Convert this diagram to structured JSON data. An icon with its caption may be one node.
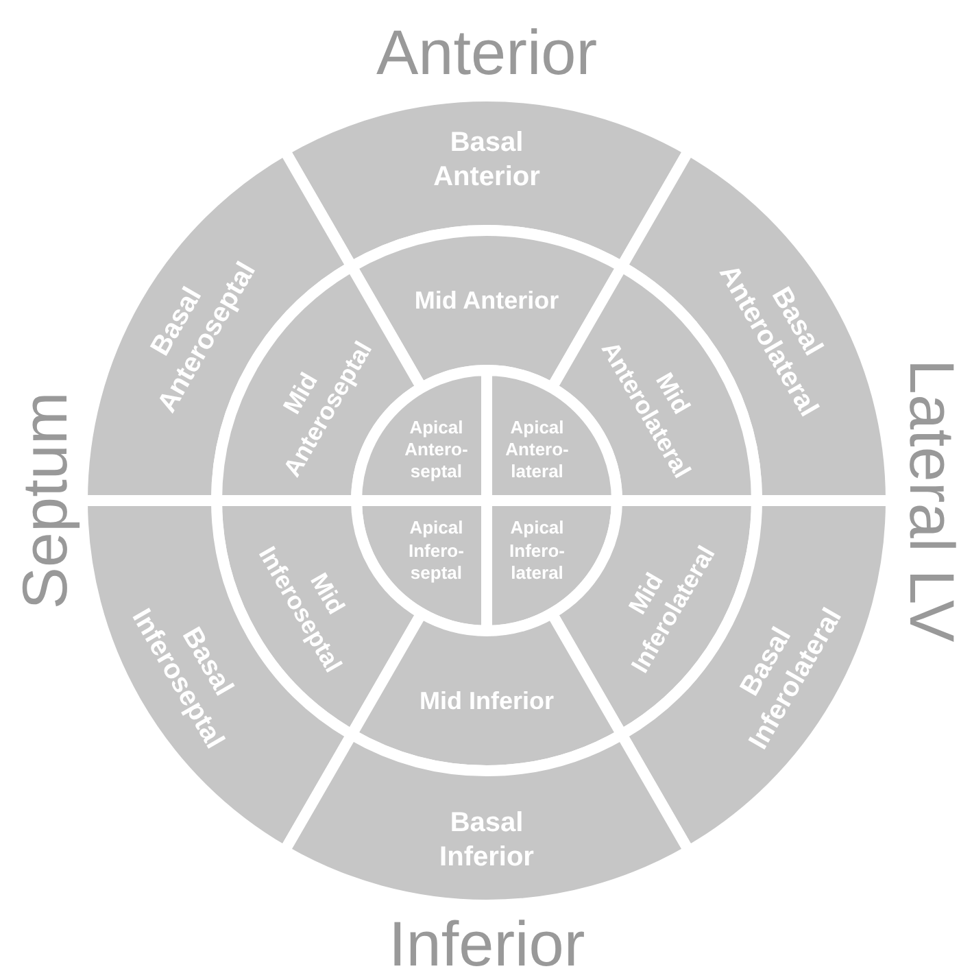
{
  "diagram": {
    "nodes": [
      {
        "text": [
          "Basal Anterior"
        ]
      },
      {
        "text": [
          "Mid Anterior"
        ]
      },
      {
        "text": [
          "Basal Anteroseptal"
        ]
      },
      {
        "text": [
          "Basal Anterolateral"
        ]
      },
      {
        "text": [
          "Mid Anteroseptal"
        ]
      },
      {
        "text": [
          "Mid Anterolateral"
        ]
      },
      {
        "text": [
          "Apical Antero-septal"
        ]
      },
      {
        "text": [
          "Apical Antero-lateral"
        ]
      },
      {
        "text": [
          "Apical Infero-septal"
        ]
      },
      {
        "text": [
          "Apical Infero-lateral"
        ]
      },
      {
        "text": [
          "Mid Inferoseptal"
        ]
      },
      {
        "text": [
          "Mid Inferolateral"
        ]
      },
      {
        "text": [
          "Basal Inferoseptal"
        ]
      },
      {
        "text": [
          "Basal Inferolateral"
        ]
      },
      {
        "text": [
          "Mid Inferior"
        ]
      },
      {
        "text": [
          "Basal Inferior"
        ]
      }
    ],
    "labels": [
      "Anterior",
      "Septum",
      "Lateral LV",
      "Inferior"
    ]
  }
}
